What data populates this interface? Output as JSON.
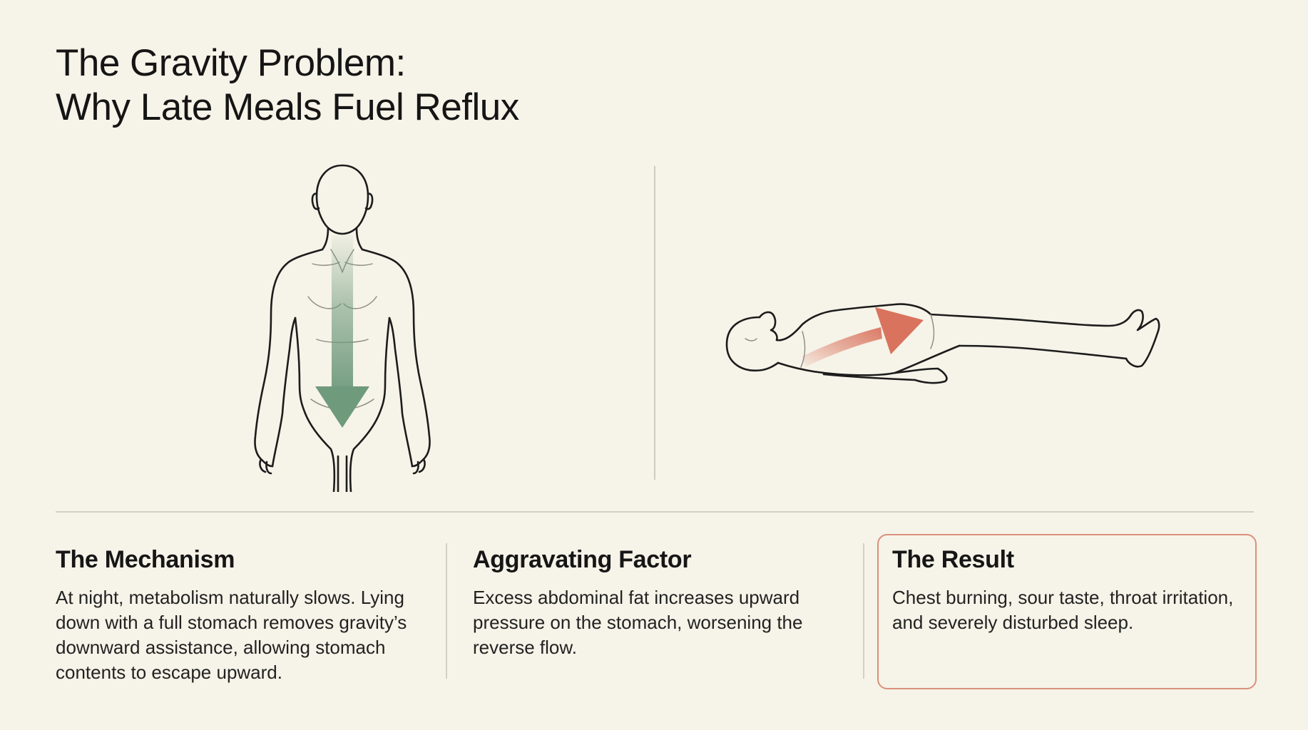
{
  "header": {
    "title_line1": "The Gravity Problem:",
    "title_line2": "Why Late Meals Fuel Reflux"
  },
  "figures": {
    "standing": {
      "arrow_icon": "down-arrow-icon",
      "arrow_color": "#6f9a7c"
    },
    "lying": {
      "arrow_icon": "up-arrow-icon",
      "arrow_color": "#d9735e"
    }
  },
  "sections": [
    {
      "heading": "The Mechanism",
      "body": "At night, metabolism naturally slows. Lying down with a full stomach removes gravity’s downward assistance, allowing stomach contents to escape upward."
    },
    {
      "heading": "Aggravating Factor",
      "body": "Excess abdominal fat increases upward pressure on the stomach, worsening the reverse flow."
    },
    {
      "heading": "The Result",
      "body": "Chest burning, sour taste, throat irritation, and severely disturbed sleep.",
      "highlight_color": "#d9917d"
    }
  ],
  "colors": {
    "background": "#f6f3e8",
    "line": "#1c1c1c",
    "divider": "#d4d0c5"
  }
}
